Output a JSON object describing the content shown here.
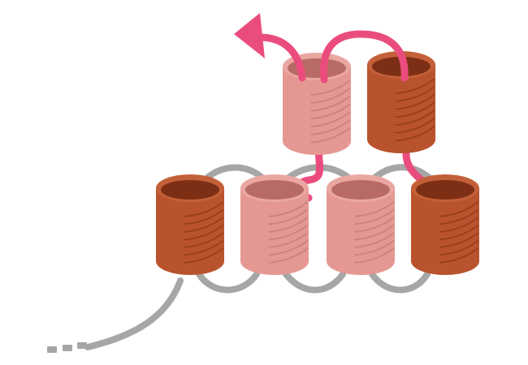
{
  "diagram": {
    "background_color": "#ffffff",
    "colors": {
      "dark_cylinder": "#b9532e",
      "dark_cylinder_top": "#c46039",
      "dark_cylinder_inner": "#7c2f15",
      "dark_cylinder_ridge": "#9a3f1d",
      "light_cylinder": "#e59893",
      "light_cylinder_top": "#eaa7a2",
      "light_cylinder_inner": "#b86b66",
      "light_cylinder_ridge": "#cf817b",
      "grey_strand": "#a6a6a6",
      "pink_strand": "#ea4d7d"
    },
    "icons": {
      "arrow": "arrow-head-icon",
      "chain_end": "dashed-chain-end-icon"
    },
    "cylinders": [
      {
        "id": "top-light",
        "tone": "light"
      },
      {
        "id": "top-dark",
        "tone": "dark"
      },
      {
        "id": "bottom-1-dark",
        "tone": "dark"
      },
      {
        "id": "bottom-2-light",
        "tone": "light"
      },
      {
        "id": "bottom-3-light",
        "tone": "light"
      },
      {
        "id": "bottom-4-dark",
        "tone": "dark"
      }
    ]
  }
}
